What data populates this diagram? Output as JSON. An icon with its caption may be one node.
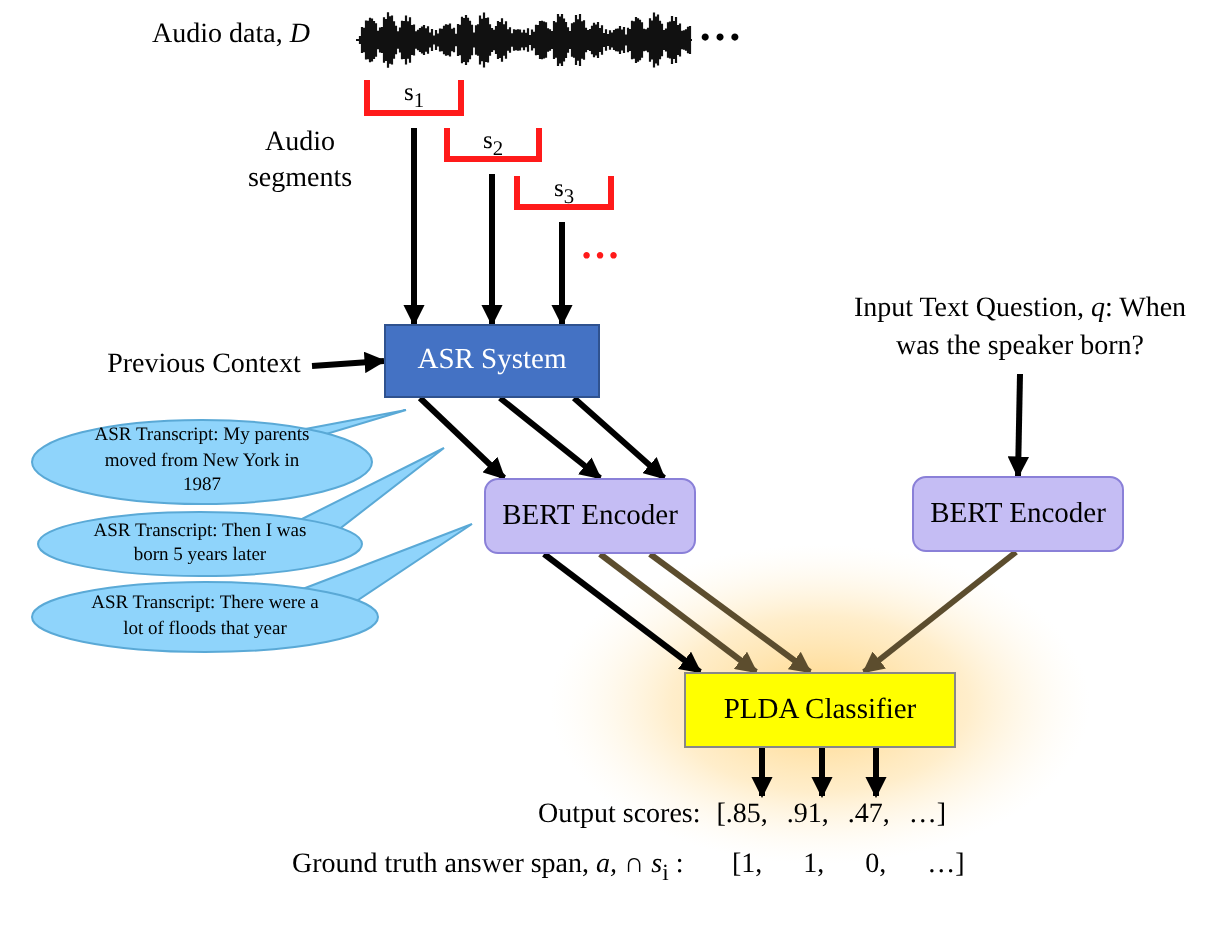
{
  "diagram": {
    "nodes": [
      {
        "text": [
          "s$_{1}$"
        ]
      },
      {
        "text": [
          "s$_{2}$"
        ]
      },
      {
        "text": [
          "s$_{3}$"
        ]
      },
      {
        "text": [
          "ASR System"
        ]
      },
      {
        "text": [
          "Previous Context"
        ]
      },
      {
        "text": [
          "ASR Transcript: My parents moved from New York in 1987"
        ]
      },
      {
        "text": [
          "ASR Transcript: Then I was born 5 years later"
        ]
      },
      {
        "text": [
          "ASR Transcript: There were a lot of floods that year"
        ]
      },
      {
        "text": [
          "BERT Encoder"
        ]
      },
      {
        "text": [
          "Input Text Question, *q*: When was the speaker born?"
        ]
      },
      {
        "text": [
          "BERT Encoder"
        ]
      },
      {
        "text": [
          "PLDA Classifier"
        ]
      },
      {
        "text": [
          "Output scores:",
          "[.85, .91, .47, …]"
        ]
      }
    ],
    "edges": [
      {
        "from": 0,
        "to": 3,
        "arrow": "to"
      },
      {
        "from": 1,
        "to": 3,
        "arrow": "to"
      },
      {
        "from": 2,
        "to": 3,
        "arrow": "to"
      },
      {
        "from": 4,
        "to": 3,
        "arrow": "to"
      },
      {
        "from": 3,
        "to": 8,
        "arrow": "to"
      },
      {
        "from": 3,
        "to": 8,
        "arrow": "to"
      },
      {
        "from": 3,
        "to": 8,
        "arrow": "to"
      },
      {
        "from": 9,
        "to": 10,
        "arrow": "to"
      },
      {
        "from": 8,
        "to": 11,
        "arrow": "to"
      },
      {
        "from": 8,
        "to": 11,
        "arrow": "to",
        "color": "#5c4d2e"
      },
      {
        "from": 8,
        "to": 11,
        "arrow": "to",
        "color": "#5c4d2e"
      },
      {
        "from": 10,
        "to": 11,
        "arrow": "to",
        "color": "#5c4d2e"
      },
      {
        "from": 11,
        "to": 12,
        "arrow": "to"
      },
      {
        "from": 11,
        "to": 12,
        "arrow": "to"
      },
      {
        "from": 11,
        "to": 12,
        "arrow": "to"
      }
    ],
    "labels": [
      "Audio data, *D*",
      "…",
      "Audio segments",
      "…",
      "Ground truth answer span, *a,* ∩ *s*$_{i}$ :",
      "[1, 1, 0, …]"
    ]
  }
}
